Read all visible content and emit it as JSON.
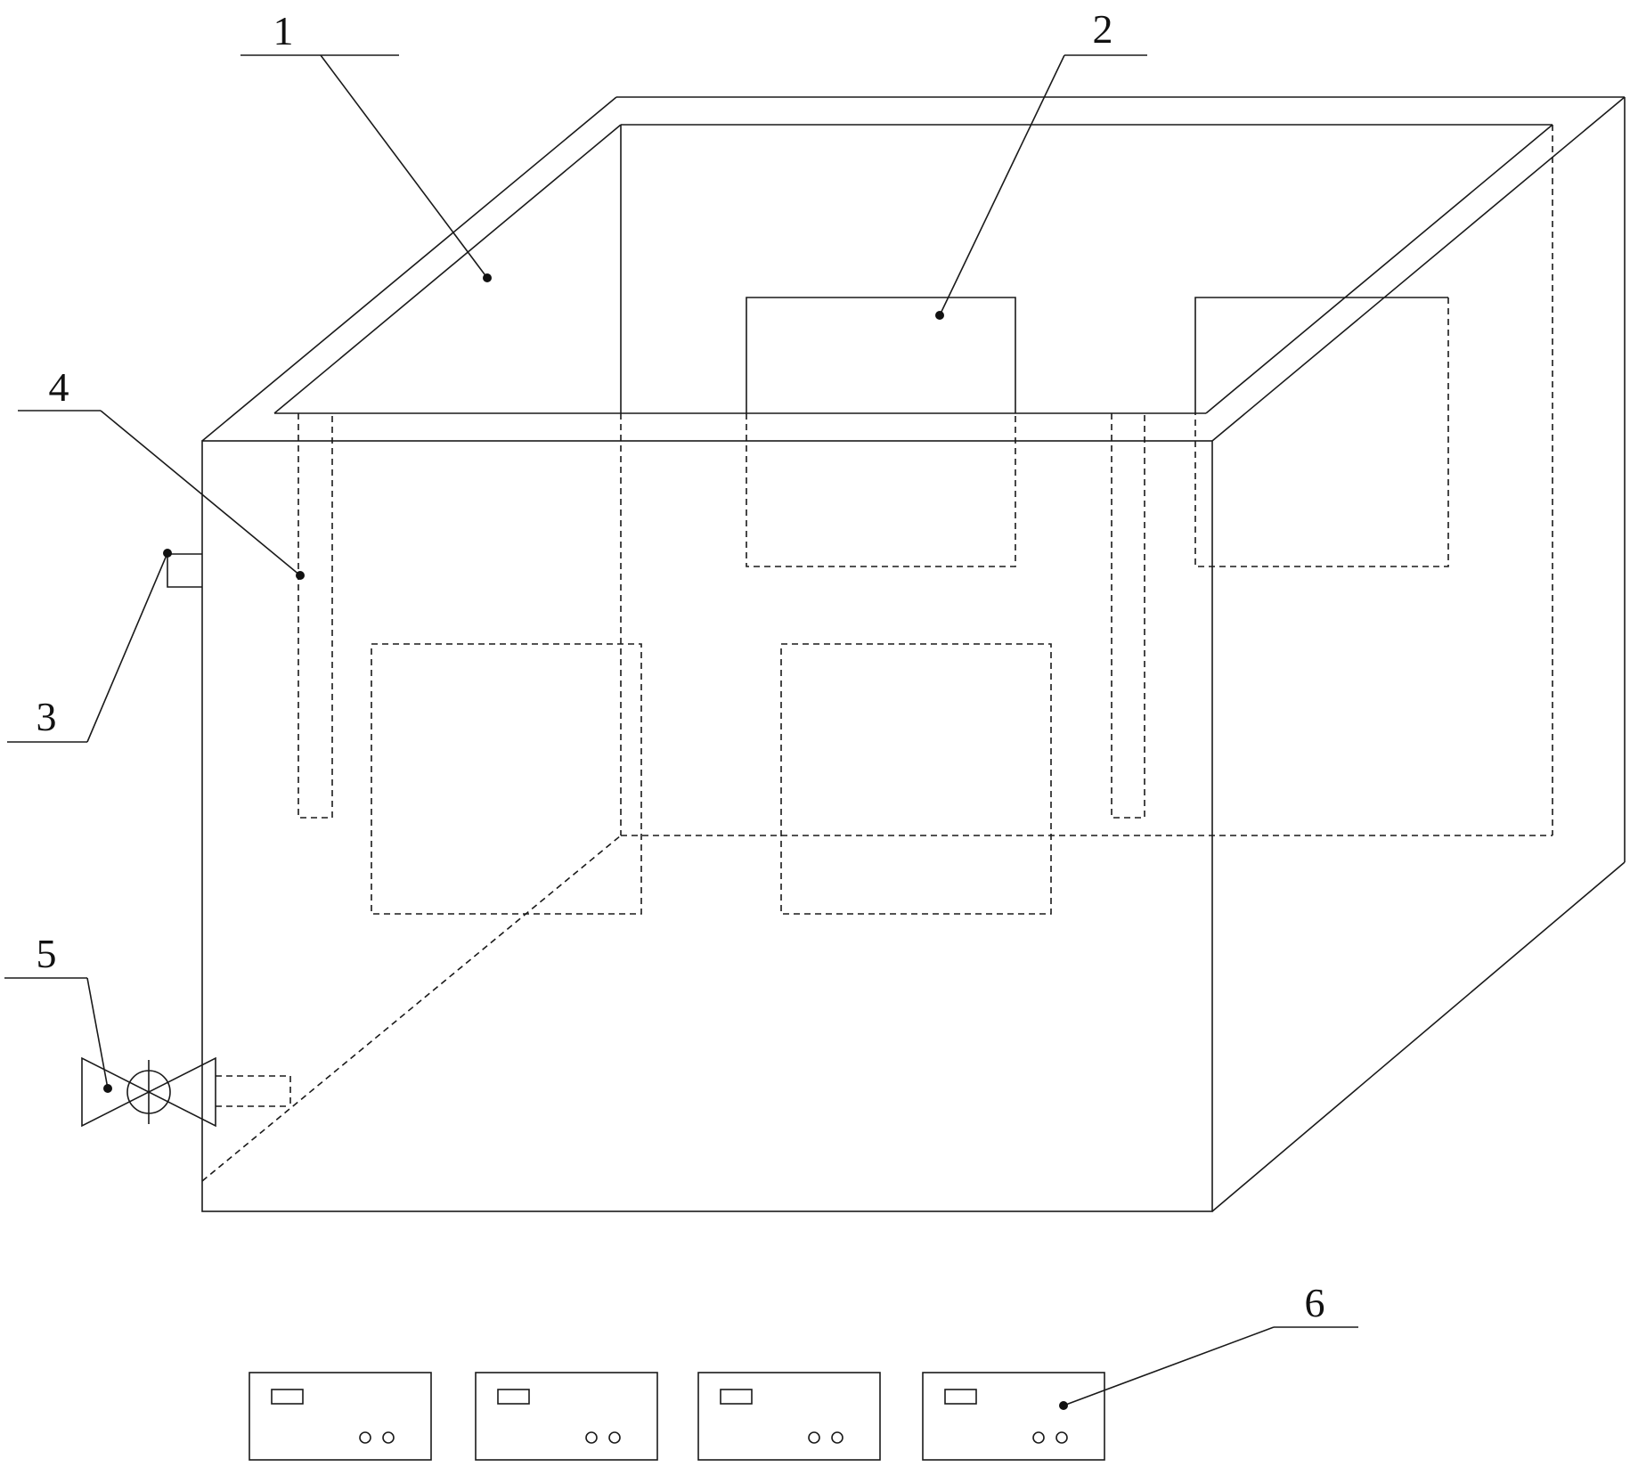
{
  "callouts": [
    {
      "id": "1",
      "text": "1"
    },
    {
      "id": "2",
      "text": "2"
    },
    {
      "id": "3",
      "text": "3"
    },
    {
      "id": "4",
      "text": "4"
    },
    {
      "id": "5",
      "text": "5"
    },
    {
      "id": "6",
      "text": "6"
    }
  ],
  "colors": {
    "line": "#1a1a1a",
    "background": "#ffffff"
  }
}
